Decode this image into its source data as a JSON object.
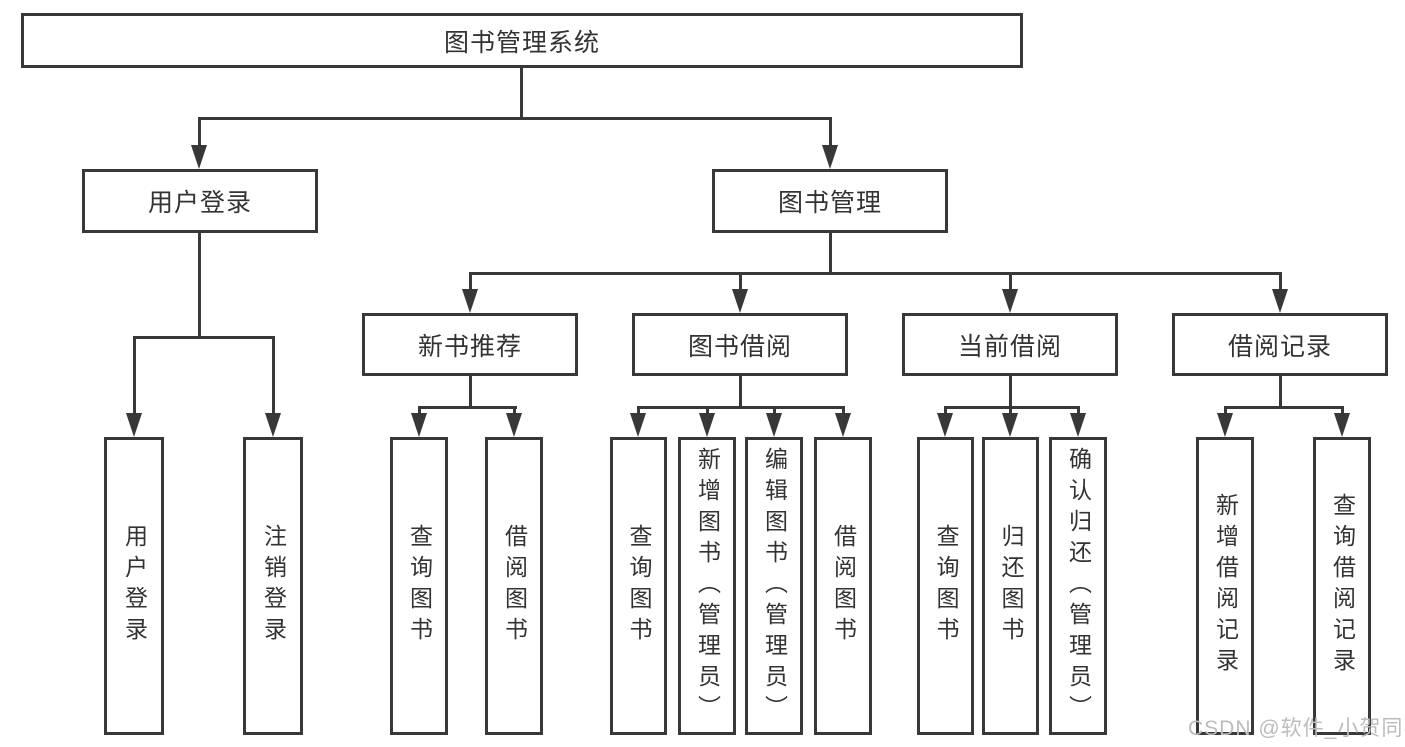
{
  "diagram": {
    "title": "图书管理系统",
    "type": "hierarchy-tree",
    "colors": {
      "line": "#383838",
      "box_border": "#383838",
      "text": "#333333",
      "background": "#ffffff",
      "watermark": "#bcbcbc"
    },
    "watermark": "CSDN @软件_小贺同学",
    "nodes": {
      "root": "图书管理系统",
      "user_login": "用户登录",
      "book_mgmt": "图书管理",
      "new_book_rec": "新书推荐",
      "book_borrow": "图书借阅",
      "current_borrow": "当前借阅",
      "borrow_records": "借阅记录",
      "ul_user_login": "用户登录",
      "ul_logout": "注销登录",
      "nbr_query_book": "查询图书",
      "nbr_borrow_book": "借阅图书",
      "bb_query_book": "查询图书",
      "bb_add_book": "新增图书（管理员）",
      "bb_edit_book": "编辑图书（管理员）",
      "bb_borrow_book": "借阅图书",
      "cb_query_book": "查询图书",
      "cb_return_book": "归还图书",
      "cb_confirm_return": "确认归还（管理员）",
      "br_add_record": "新增借阅记录",
      "br_query_record": "查询借阅记录"
    },
    "hierarchy": {
      "图书管理系统": {
        "用户登录": [
          "用户登录",
          "注销登录"
        ],
        "图书管理": {
          "新书推荐": [
            "查询图书",
            "借阅图书"
          ],
          "图书借阅": [
            "查询图书",
            "新增图书（管理员）",
            "编辑图书（管理员）",
            "借阅图书"
          ],
          "当前借阅": [
            "查询图书",
            "归还图书",
            "确认归还（管理员）"
          ],
          "借阅记录": [
            "新增借阅记录",
            "查询借阅记录"
          ]
        }
      }
    }
  }
}
